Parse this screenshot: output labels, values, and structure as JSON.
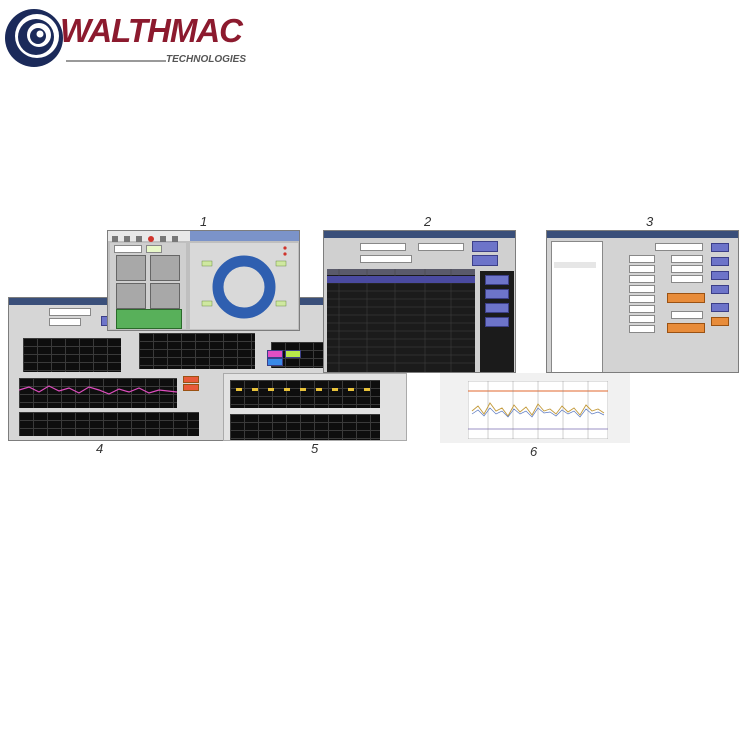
{
  "brand": {
    "name": "WALTHMAC",
    "sub": "TECHNOLOGIES"
  },
  "numbers": [
    "1",
    "2",
    "3",
    "4",
    "5",
    "6"
  ],
  "colors": {
    "brand_red": "#8c1a2e",
    "brand_navy": "#1b2a5a",
    "button_blue": "#6d74c9",
    "button_orange": "#e88c3a",
    "ring_blue": "#2f5fb0"
  },
  "icons": [
    "logo-swirl-icon",
    "ring-gauge-icon"
  ]
}
